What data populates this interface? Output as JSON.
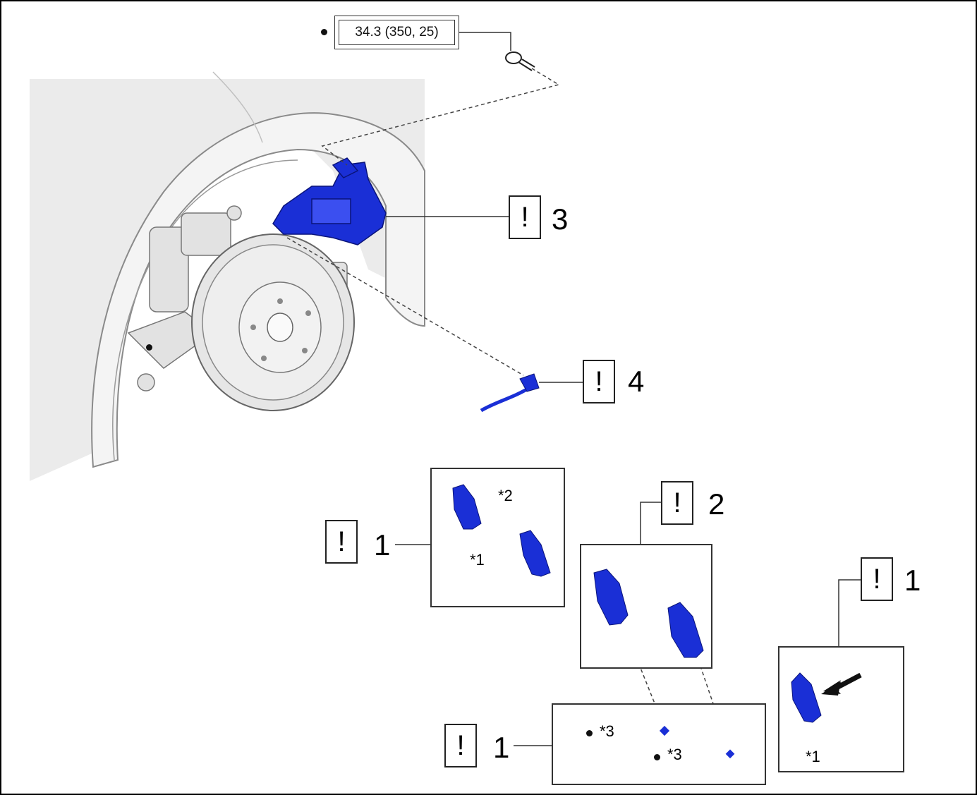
{
  "torque": {
    "value": "34.3 (350, 25)"
  },
  "callouts": {
    "caliper": {
      "mark": "!",
      "num": "3"
    },
    "sensor": {
      "mark": "!",
      "num": "4"
    },
    "pads_group": {
      "mark": "!",
      "num": "1"
    },
    "shims": {
      "mark": "!",
      "num": "2"
    },
    "wear_indicator": {
      "mark": "!",
      "num": "1"
    },
    "clips": {
      "mark": "!",
      "num": "1"
    }
  },
  "stars": {
    "s2": "*2",
    "s1a": "*1",
    "s3a": "*3",
    "s3b": "*3",
    "s1b": "*1"
  },
  "colors": {
    "part_blue": "#1a2fd6",
    "line": "#333333",
    "car_gray": "#d9d9d9"
  }
}
